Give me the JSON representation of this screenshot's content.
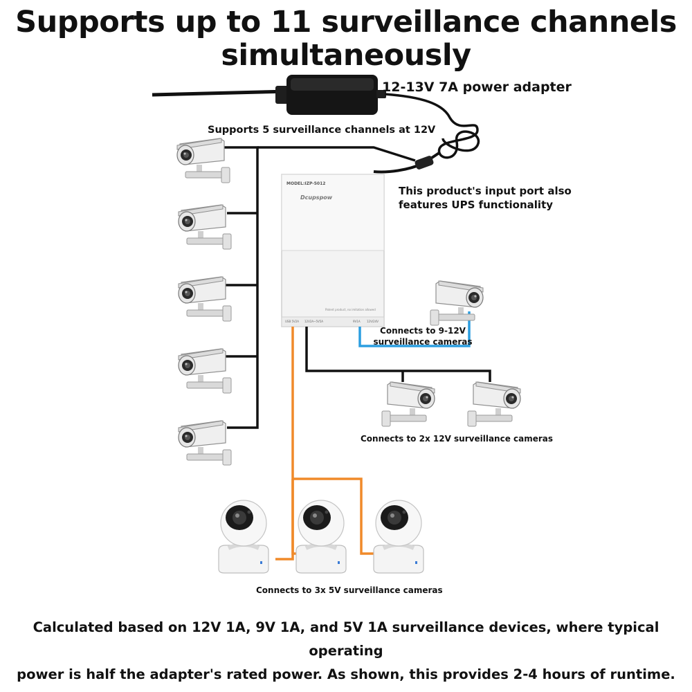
{
  "title": "Supports up to 11 surveillance channels simultaneously",
  "labels": {
    "adapter": "12-13V 7A power adapter",
    "five_channels": "Supports 5 surveillance channels at 12V",
    "ups": "This product's input port also features UPS functionality",
    "cams_9_12v": "Connects to 9-12V surveillance cameras",
    "cams_2x_12v": "Connects to 2x 12V surveillance cameras",
    "cams_3x_5v": "Connects to 3x 5V surveillance cameras"
  },
  "device": {
    "model": "MODEL:IZP-5012",
    "brand": "Dcupspow",
    "note": "Patent product, no imitation allowed",
    "port_5v": "USB 5V2A",
    "port_12v": "12V2A~5V5A",
    "port_9v": "9V1A",
    "port_12v_right": "12V/24V"
  },
  "footer": {
    "line1": "Calculated based on 12V 1A, 9V 1A, and 5V 1A surveillance devices, where typical operating",
    "line2": "power is half the adapter's rated power. As shown, this provides 2-4 hours of runtime."
  },
  "colors": {
    "wire_black": "#111111",
    "wire_orange": "#f08a2a",
    "wire_blue": "#2b9ee0"
  }
}
